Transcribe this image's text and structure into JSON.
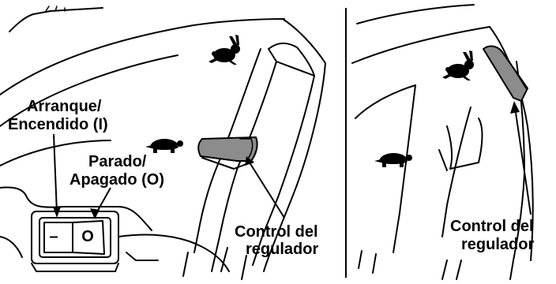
{
  "left_panel": {
    "label_start_line1": "Arranque/",
    "label_start_line2": "Encendido (I)",
    "label_stop_line1": "Parado/",
    "label_stop_line2": "Apagado (O)",
    "switch_off_symbol": "O",
    "switch_on_symbol": "–",
    "throttle_label_line1": "Control del",
    "throttle_label_line2": "regulador",
    "icons": [
      "rabbit-icon",
      "turtle-icon"
    ]
  },
  "right_panel": {
    "throttle_label_line1": "Control del",
    "throttle_label_line2": "regulador",
    "icons": [
      "rabbit-icon",
      "turtle-icon"
    ]
  },
  "colors": {
    "line": "#000000",
    "lever_fill": "#8c8c8c",
    "background": "#ffffff"
  }
}
